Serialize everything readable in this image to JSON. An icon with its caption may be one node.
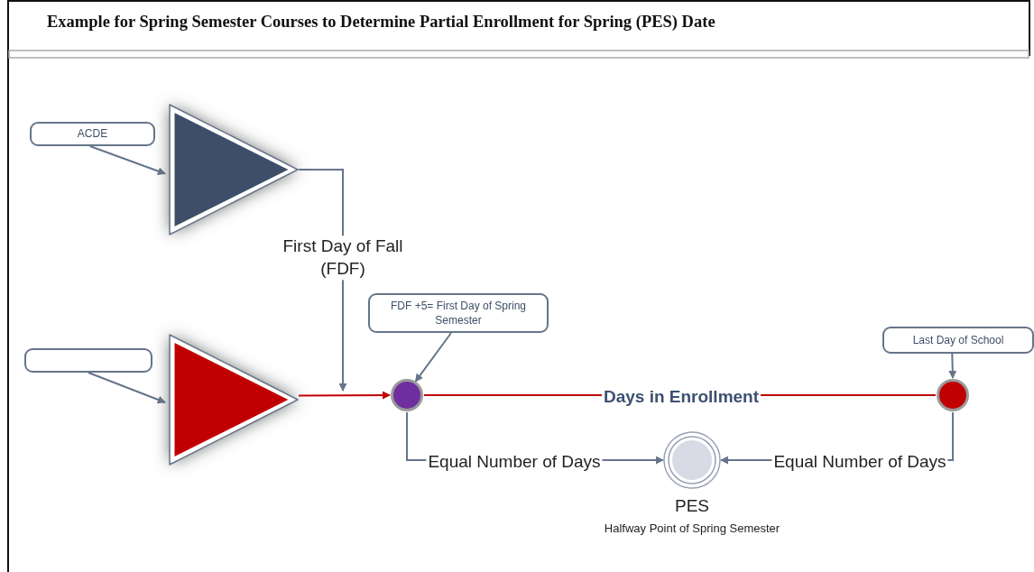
{
  "diagram": {
    "title": "Example for Spring Semester Courses to Determine Partial Enrollment for Spring (PES) Date",
    "nodes": [
      {
        "text": [
          "ACDE"
        ]
      },
      {
        "text": [],
        "shape": "triangle"
      },
      {
        "text": [],
        "shape": "box"
      },
      {
        "text": [],
        "shape": "triangle"
      },
      {
        "text": [
          "FDF +5= First Day of Spring Semester"
        ]
      },
      {
        "text": [],
        "shape": "circle"
      },
      {
        "text": [
          "Last Day of School"
        ]
      },
      {
        "text": [],
        "shape": "circle"
      },
      {
        "text": [],
        "shape": "circle",
        "beside": [
          "PES",
          "Halfway Point of Spring Semester"
        ]
      }
    ],
    "edges": [
      {
        "from": 0,
        "to": 1,
        "arrow": "to"
      },
      {
        "from": 2,
        "to": 3,
        "arrow": "to"
      },
      {
        "from": 1,
        "to": null,
        "arrow": "to",
        "label": "First Day of Fall (FDF)"
      },
      {
        "from": 3,
        "to": 5,
        "arrow": "to",
        "color": "#c00000"
      },
      {
        "from": 4,
        "to": 5,
        "arrow": "to"
      },
      {
        "from": 6,
        "to": 7,
        "arrow": "to"
      },
      {
        "from": 5,
        "to": 7,
        "arrow": "none",
        "label": "Days in Enrollment",
        "color": "#c00000"
      },
      {
        "from": 5,
        "to": 8,
        "arrow": "to",
        "label": "Equal Number of Days"
      },
      {
        "from": 7,
        "to": 8,
        "arrow": "to",
        "label": "Equal Number of Days"
      }
    ]
  }
}
